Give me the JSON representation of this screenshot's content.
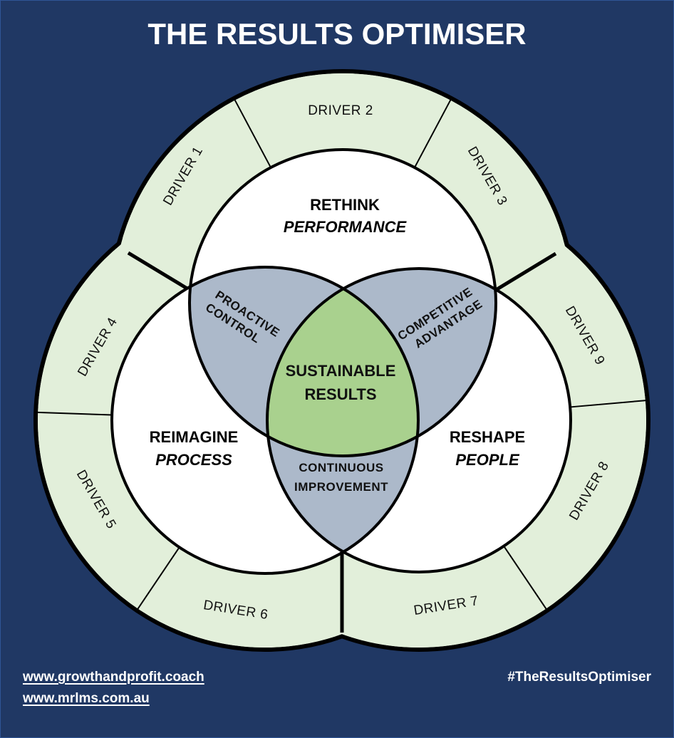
{
  "title": "THE RESULTS OPTIMISER",
  "colors": {
    "background": "#203864",
    "ring_fill": "#e2efda",
    "circle_fill": "#ffffff",
    "overlap_fill": "#acb9ca",
    "center_fill": "#a9d18e",
    "outline": "#000000",
    "text_light": "#ffffff"
  },
  "circles": {
    "top": {
      "title": "RETHINK",
      "subtitle": "PERFORMANCE"
    },
    "left": {
      "title": "REIMAGINE",
      "subtitle": "PROCESS"
    },
    "right": {
      "title": "RESHAPE",
      "subtitle": "PEOPLE"
    }
  },
  "overlaps": {
    "top_left": {
      "line1": "PROACTIVE",
      "line2": "CONTROL"
    },
    "top_right": {
      "line1": "COMPETITIVE",
      "line2": "ADVANTAGE"
    },
    "bottom": {
      "line1": "CONTINUOUS",
      "line2": "IMPROVEMENT"
    },
    "center": {
      "line1": "SUSTAINABLE",
      "line2": "RESULTS"
    }
  },
  "drivers": [
    "DRIVER 1",
    "DRIVER 2",
    "DRIVER 3",
    "DRIVER 4",
    "DRIVER 5",
    "DRIVER 6",
    "DRIVER 7",
    "DRIVER 8",
    "DRIVER 9"
  ],
  "footer": {
    "links": [
      "www.growthandprofit.coach",
      "www.mrlms.com.au"
    ],
    "hashtag": "#TheResultsOptimiser"
  }
}
